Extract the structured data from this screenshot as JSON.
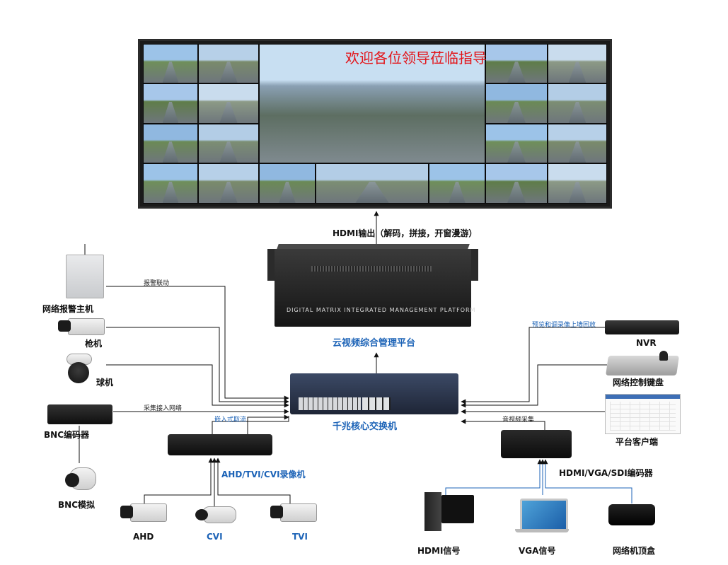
{
  "wall": {
    "title": "欢迎各位领导莅临指导",
    "title_color": "#e3151a"
  },
  "matrix": {
    "output_label": "HDMI输出（解码，拼接，开窗漫游）",
    "panel_text": "DIGITAL MATRIX INTEGRATED MANAGEMENT PLATFORM",
    "name": "云视频综合管理平台"
  },
  "switch": {
    "name": "千兆核心交换机"
  },
  "left_devices": {
    "alarm_host": "网络报警主机",
    "alarm_link": "报警联动",
    "bullet_cam": "枪机",
    "dome_cam": "球机",
    "capture_label": "采集接入网络",
    "bnc_encoder": "BNC编码器",
    "bnc_analog": "BNC模拟"
  },
  "dvr": {
    "stream_label": "嵌入式取流",
    "name": "AHD/TVI/CVI录像机",
    "cams": [
      "AHD",
      "CVI",
      "TVI"
    ]
  },
  "right_devices": {
    "playback_label": "预览和调录像上墙回放",
    "nvr": "NVR",
    "keyboard": "网络控制键盘",
    "client": "平台客户端",
    "av_capture_label": "音视频采集",
    "encoder": "HDMI/VGA/SDI编码器"
  },
  "sources": [
    "HDMI信号",
    "VGA信号",
    "网络机顶盒"
  ],
  "colors": {
    "accent_blue": "#1c63b7",
    "line": "#111111"
  }
}
